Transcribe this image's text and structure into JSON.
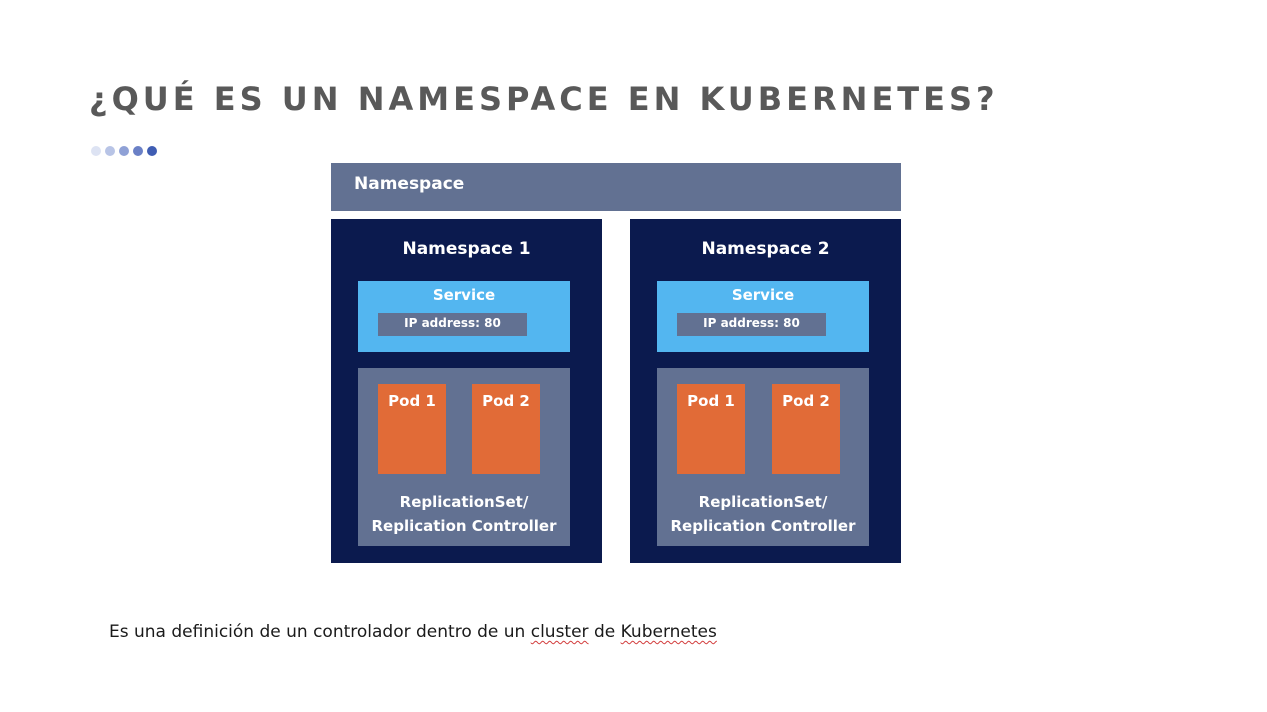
{
  "slide": {
    "title": "¿QUÉ ES UN NAMESPACE EN KUBERNETES?",
    "dots_colors": [
      "#dde3f3",
      "#b8c4e6",
      "#8fa1d6",
      "#6a80c6",
      "#3f5db3"
    ],
    "caption": {
      "part1": "Es una definición de un controlador dentro de un ",
      "word_cluster": "cluster",
      "part2": " de ",
      "word_kubernetes": "Kubernetes"
    }
  },
  "diagram": {
    "outer_label": "Namespace",
    "namespaces": [
      {
        "title": "Namespace 1",
        "service": "Service",
        "ip": "IP address: 80",
        "pods": [
          "Pod 1",
          "Pod 2"
        ],
        "controller_line1": "ReplicationSet/",
        "controller_line2": "Replication Controller"
      },
      {
        "title": "Namespace 2",
        "service": "Service",
        "ip": "IP address: 80",
        "pods": [
          "Pod 1",
          "Pod 2"
        ],
        "controller_line1": "ReplicationSet/",
        "controller_line2": "Replication Controller"
      }
    ],
    "colors": {
      "outer_bar": "#627192",
      "namespace_bg": "#0b1a4e",
      "service_bg": "#53b6f0",
      "pod_bg": "#e16b37",
      "controller_bg": "#627192"
    }
  }
}
